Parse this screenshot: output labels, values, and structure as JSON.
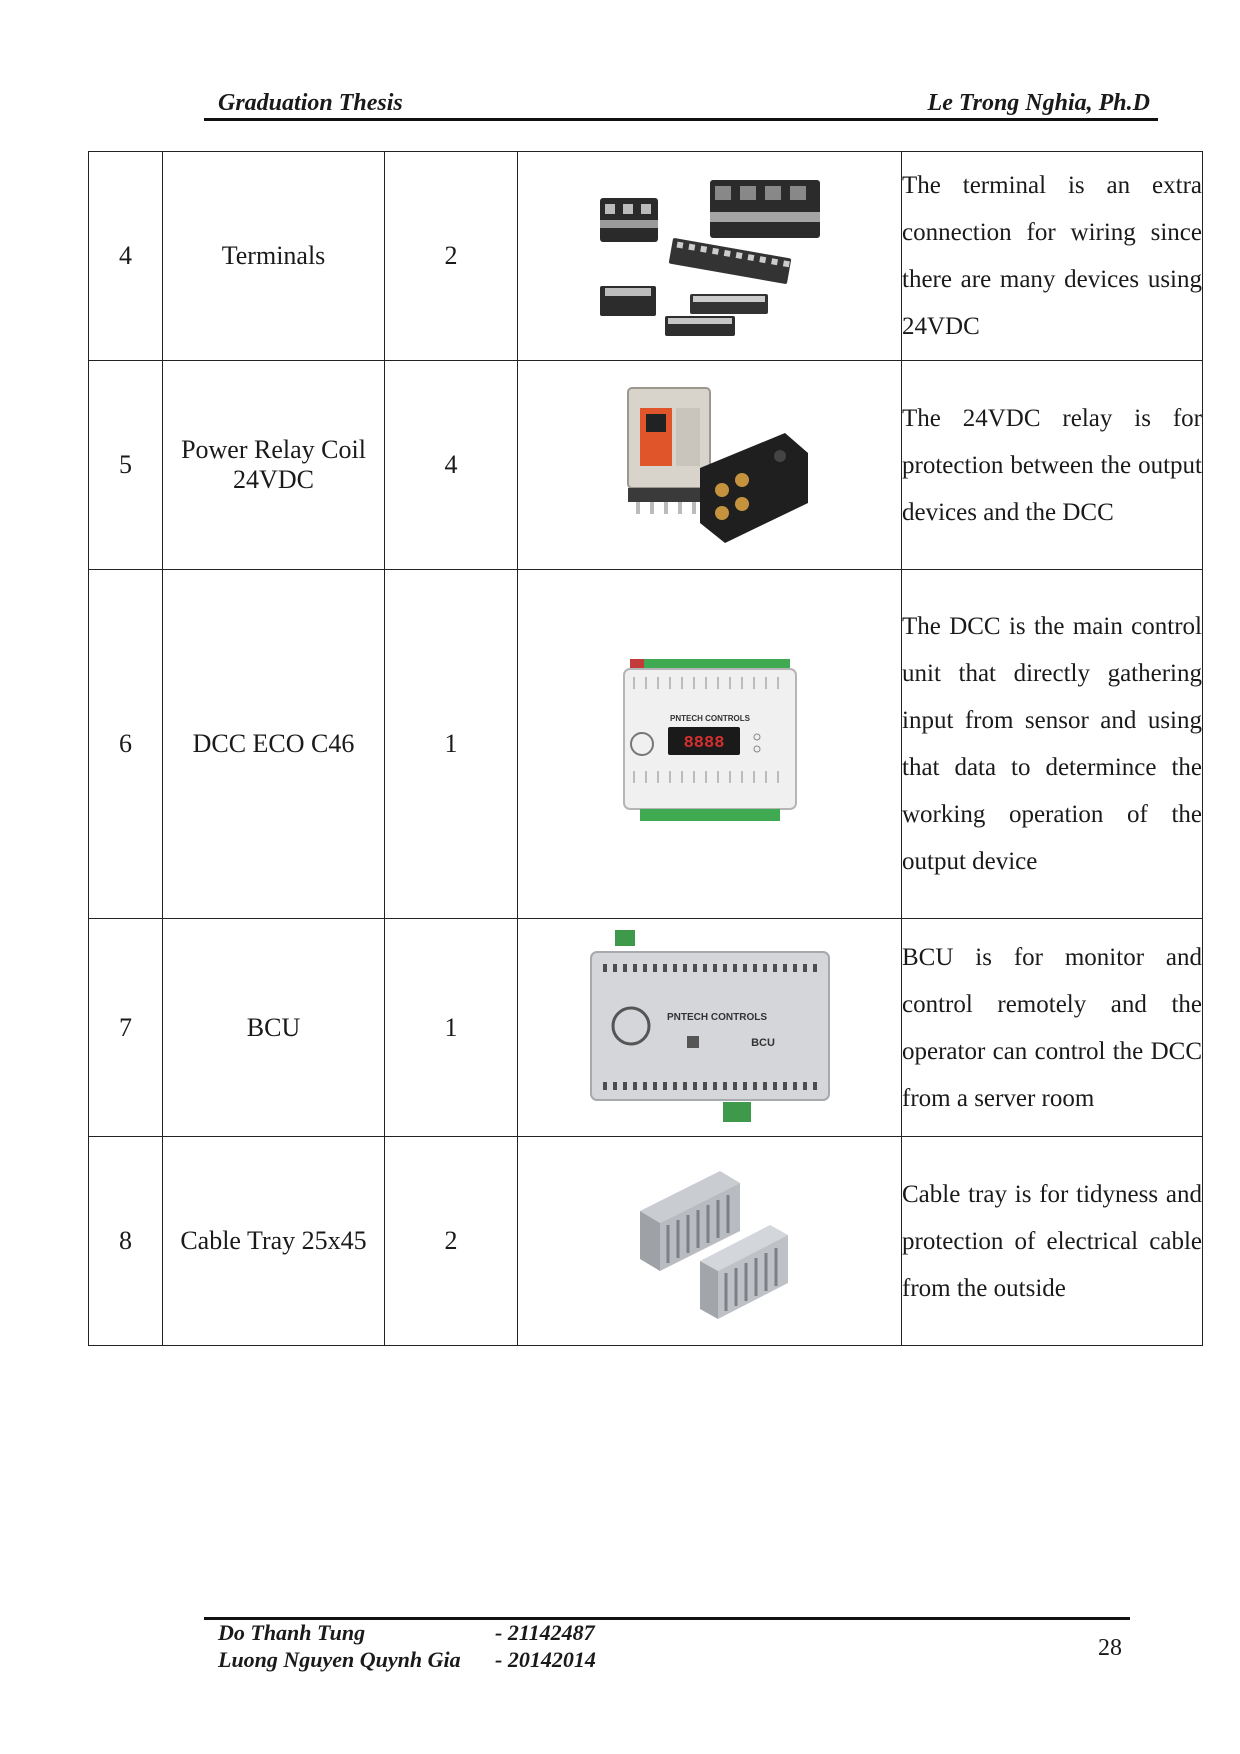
{
  "header": {
    "title": "Graduation Thesis",
    "supervisor": "Le Trong Nghia, Ph.D"
  },
  "rows": [
    {
      "no": "4",
      "name": "Terminals",
      "qty": "2",
      "image_label": "terminal blocks",
      "description": "The terminal is an extra connection for wiring since there are many devices using 24VDC"
    },
    {
      "no": "5",
      "name": "Power Relay Coil 24VDC",
      "qty": "4",
      "image_label": "24VDC relay with socket",
      "description": "The 24VDC relay is for protection between the output devices and the DCC"
    },
    {
      "no": "6",
      "name": "DCC ECO C46",
      "qty": "1",
      "image_label": "DCC controller",
      "description": "The DCC is the main control unit that directly gathering input from sensor and using that data to determince the working operation of the output device"
    },
    {
      "no": "7",
      "name": "BCU",
      "qty": "1",
      "image_label": "BCU module",
      "description": "BCU is for monitor and control remotely and the operator can control the DCC from a server room"
    },
    {
      "no": "8",
      "name": "Cable Tray 25x45",
      "qty": "2",
      "image_label": "cable tray",
      "description": "Cable tray is for tidyness and protection of electrical cable from the outside"
    }
  ],
  "device_text": {
    "dcc_brand": "PNTECH CONTROLS",
    "dcc_display": "8888",
    "bcu_brand": "PNTECH CONTROLS",
    "bcu_model": "BCU"
  },
  "footer": {
    "authors": [
      {
        "name": "Do Thanh Tung",
        "id": "- 21142487"
      },
      {
        "name": "Luong Nguyen Quynh Gia",
        "id": "- 20142014"
      }
    ],
    "page_number": "28"
  }
}
